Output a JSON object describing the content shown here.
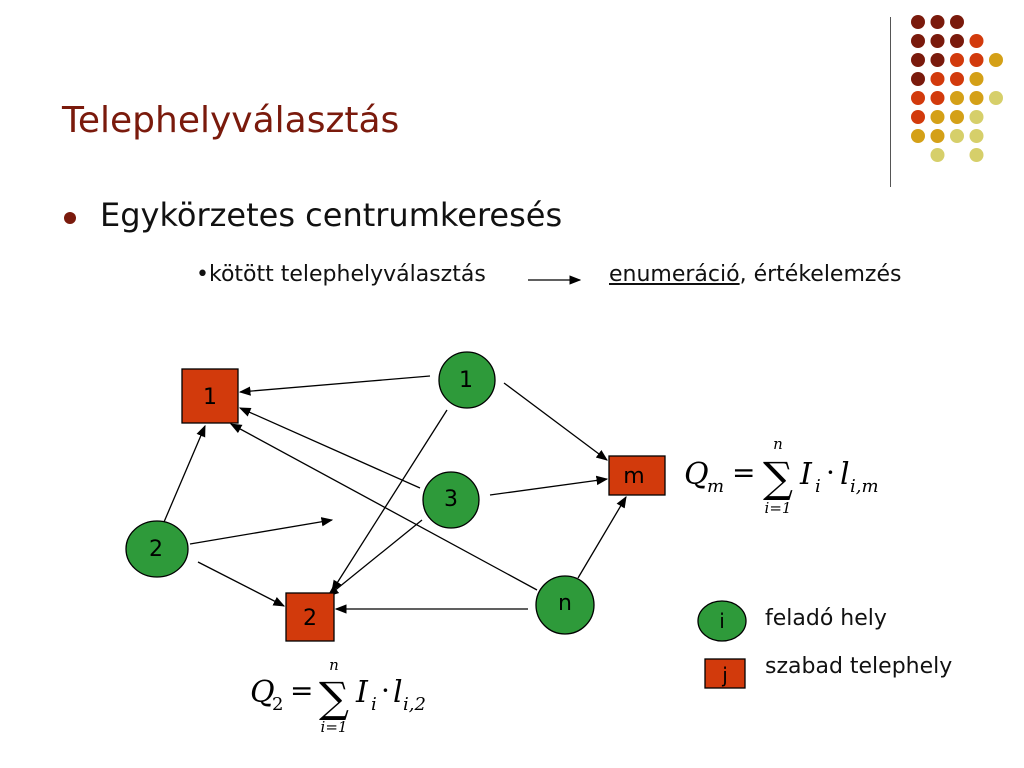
{
  "title": "Telephelyválasztás",
  "bullet": "Egykörzetes centrumkeresés",
  "sub_bullet_dot": "•",
  "sub_bullet": "kötött telephelyválasztás",
  "sub_right": {
    "underlined": "enumeráció",
    "rest": ", értékelemzés"
  },
  "colors": {
    "title": "#7a1a0c",
    "node_green": "#2e9a3a",
    "node_red": "#d23a0c",
    "dot_dark": "#7a1a0c",
    "dot_red": "#d23a0c",
    "dot_amber": "#d4a017",
    "dot_khaki": "#d6cf6a"
  },
  "nodes": {
    "sources": [
      {
        "id": "s1",
        "label": "1"
      },
      {
        "id": "s3",
        "label": "3"
      },
      {
        "id": "s2",
        "label": "2"
      },
      {
        "id": "sn",
        "label": "n"
      }
    ],
    "sites": [
      {
        "id": "t1",
        "label": "1"
      },
      {
        "id": "tm",
        "label": "m"
      },
      {
        "id": "t2",
        "label": "2"
      }
    ]
  },
  "formula_m": {
    "lhs": "Q",
    "lhs_sub": "m",
    "eq": "=",
    "sum_upper": "n",
    "sum_lower": "i=1",
    "sigma": "∑",
    "term_I": "I",
    "term_I_sub": "i",
    "dot": "·",
    "term_l": "l",
    "term_l_sub": "i,m"
  },
  "formula_2": {
    "lhs": "Q",
    "lhs_sub": "2",
    "eq": "=",
    "sum_upper": "n",
    "sum_lower": "i=1",
    "sigma": "∑",
    "term_I": "I",
    "term_I_sub": "i",
    "dot": "·",
    "term_l": "l",
    "term_l_sub": "i,2"
  },
  "legend": {
    "source": {
      "symbol": "i",
      "label": "feladó hely"
    },
    "site": {
      "symbol": "j",
      "label": "szabad telephely"
    }
  }
}
